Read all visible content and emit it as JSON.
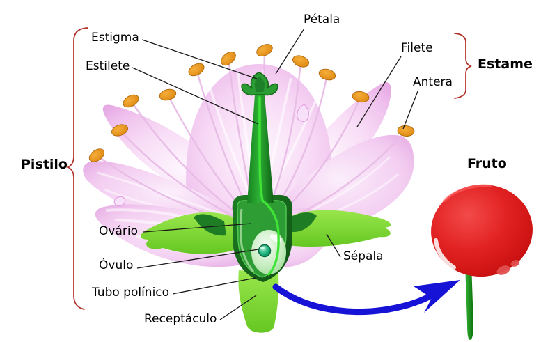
{
  "diagram": {
    "type": "flower-anatomy-cross-section",
    "language": "pt",
    "part_labels": {
      "estigma": "Estigma",
      "estilete": "Estilete",
      "petala": "Pétala",
      "filete": "Filete",
      "antera": "Antera",
      "ovario": "Ovário",
      "ovulo": "Óvulo",
      "tubo_polinico": "Tubo polínico",
      "receptaculo": "Receptáculo",
      "sepala": "Sépala"
    },
    "group_labels": {
      "pistilo": "Pistilo",
      "estame": "Estame",
      "fruto": "Fruto"
    }
  },
  "colors": {
    "background": "#ffffff",
    "petal_light": "#fdf4fd",
    "petal_mid": "#f2c9f0",
    "petal_edge": "#e2a0e0",
    "anther_orange": "#e8961f",
    "filament_pink": "#e8bce6",
    "pistil_green": "#2aa832",
    "ovary_dark_green": "#155c1a",
    "pollen_tube_green": "#3fe437",
    "sepal_green": "#7cd431",
    "fruit_red": "#d81717",
    "fruit_stem_green": "#23a223",
    "arrow_blue": "#1713d6",
    "brace_red": "#b03028",
    "label_text": "#000000",
    "leader_line": "#1a1a1a"
  }
}
